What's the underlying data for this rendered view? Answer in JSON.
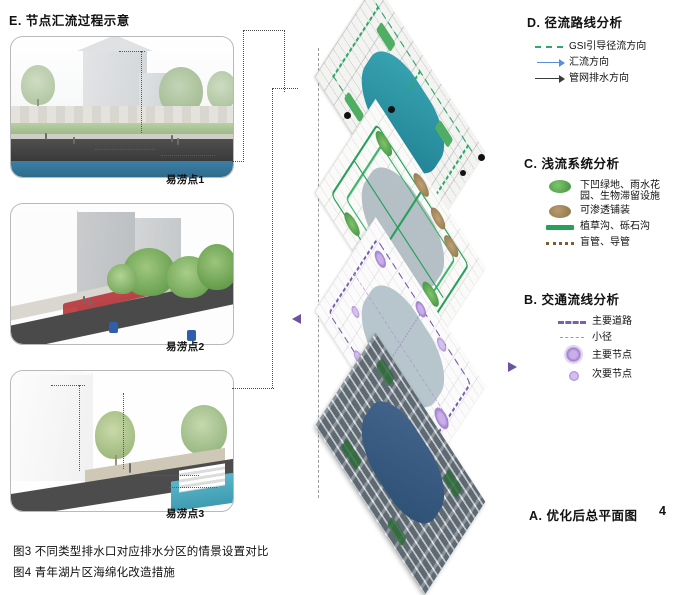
{
  "figure": {
    "number_marker": "4",
    "captions": [
      "图3  不同类型排水口对应排水分区的情景设置对比",
      "图4  青年湖片区海绵化改造措施"
    ]
  },
  "panel_E": {
    "title": "E. 节点汇流过程示意",
    "photos": [
      {
        "caption": "易涝点1"
      },
      {
        "caption": "易涝点2"
      },
      {
        "caption": "易涝点3"
      }
    ]
  },
  "panel_D": {
    "title": "D. 径流路线分析",
    "legend": [
      {
        "symbol": "dashed-green-line",
        "label": "GSI引导径流方向"
      },
      {
        "symbol": "blue-arrow",
        "label": "汇流方向"
      },
      {
        "symbol": "dark-arrow",
        "label": "管网排水方向"
      }
    ]
  },
  "panel_C": {
    "title": "C. 浅流系统分析",
    "legend": [
      {
        "symbol": "green-blob",
        "label": "下凹绿地、雨水花园、生物滞留设施"
      },
      {
        "symbol": "brown-blob",
        "label": "可渗透铺装"
      },
      {
        "symbol": "green-bar",
        "label": "植草沟、砾石沟"
      },
      {
        "symbol": "brown-dots",
        "label": "盲管、导管"
      }
    ]
  },
  "panel_B": {
    "title": "B. 交通流线分析",
    "legend": [
      {
        "symbol": "purple-dashed-thick",
        "label": "主要道路"
      },
      {
        "symbol": "purple-dashed-thin",
        "label": "小径"
      },
      {
        "symbol": "purple-burst-major",
        "label": "主要节点"
      },
      {
        "symbol": "purple-burst-minor",
        "label": "次要节点"
      }
    ]
  },
  "panel_A": {
    "title": "A. 优化后总平面图"
  },
  "colors": {
    "runoff_green": "#2fa86a",
    "swale_green": "#27a05a",
    "circulation_purple": "#7b5fae",
    "lake_D": "#2f9aa8",
    "lake_C": "#b4bfc6",
    "lake_B": "#b7c6cc",
    "lake_A": "#3a5f85",
    "road_dark": "#3b3b3b"
  }
}
